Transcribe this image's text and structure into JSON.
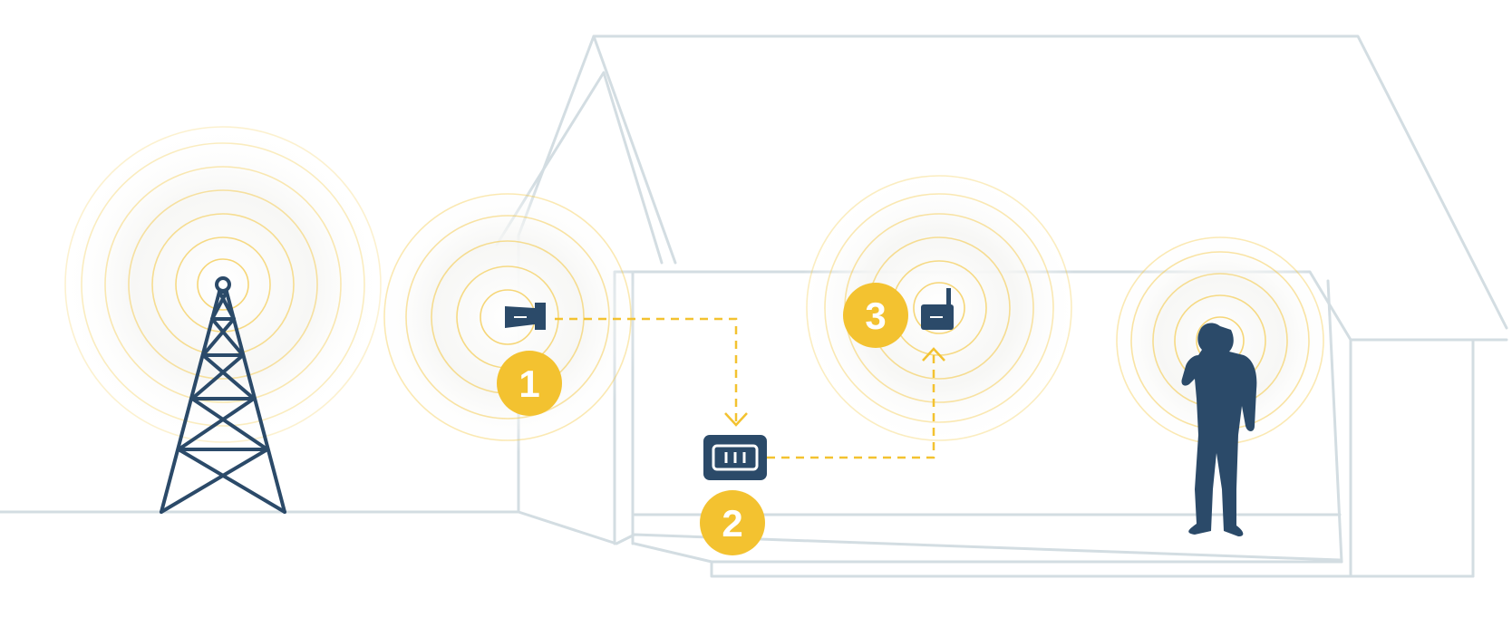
{
  "colors": {
    "signal": "#f3c230",
    "device": "#2b4a69",
    "outline": "#d3dde2",
    "badge_text": "#ffffff"
  },
  "steps": [
    {
      "number": "1",
      "device": "outside-antenna"
    },
    {
      "number": "2",
      "device": "booster"
    },
    {
      "number": "3",
      "device": "inside-antenna"
    }
  ],
  "icons": [
    "cell-tower-icon",
    "outside-antenna-icon",
    "booster-icon",
    "inside-antenna-icon",
    "person-on-phone-icon"
  ]
}
